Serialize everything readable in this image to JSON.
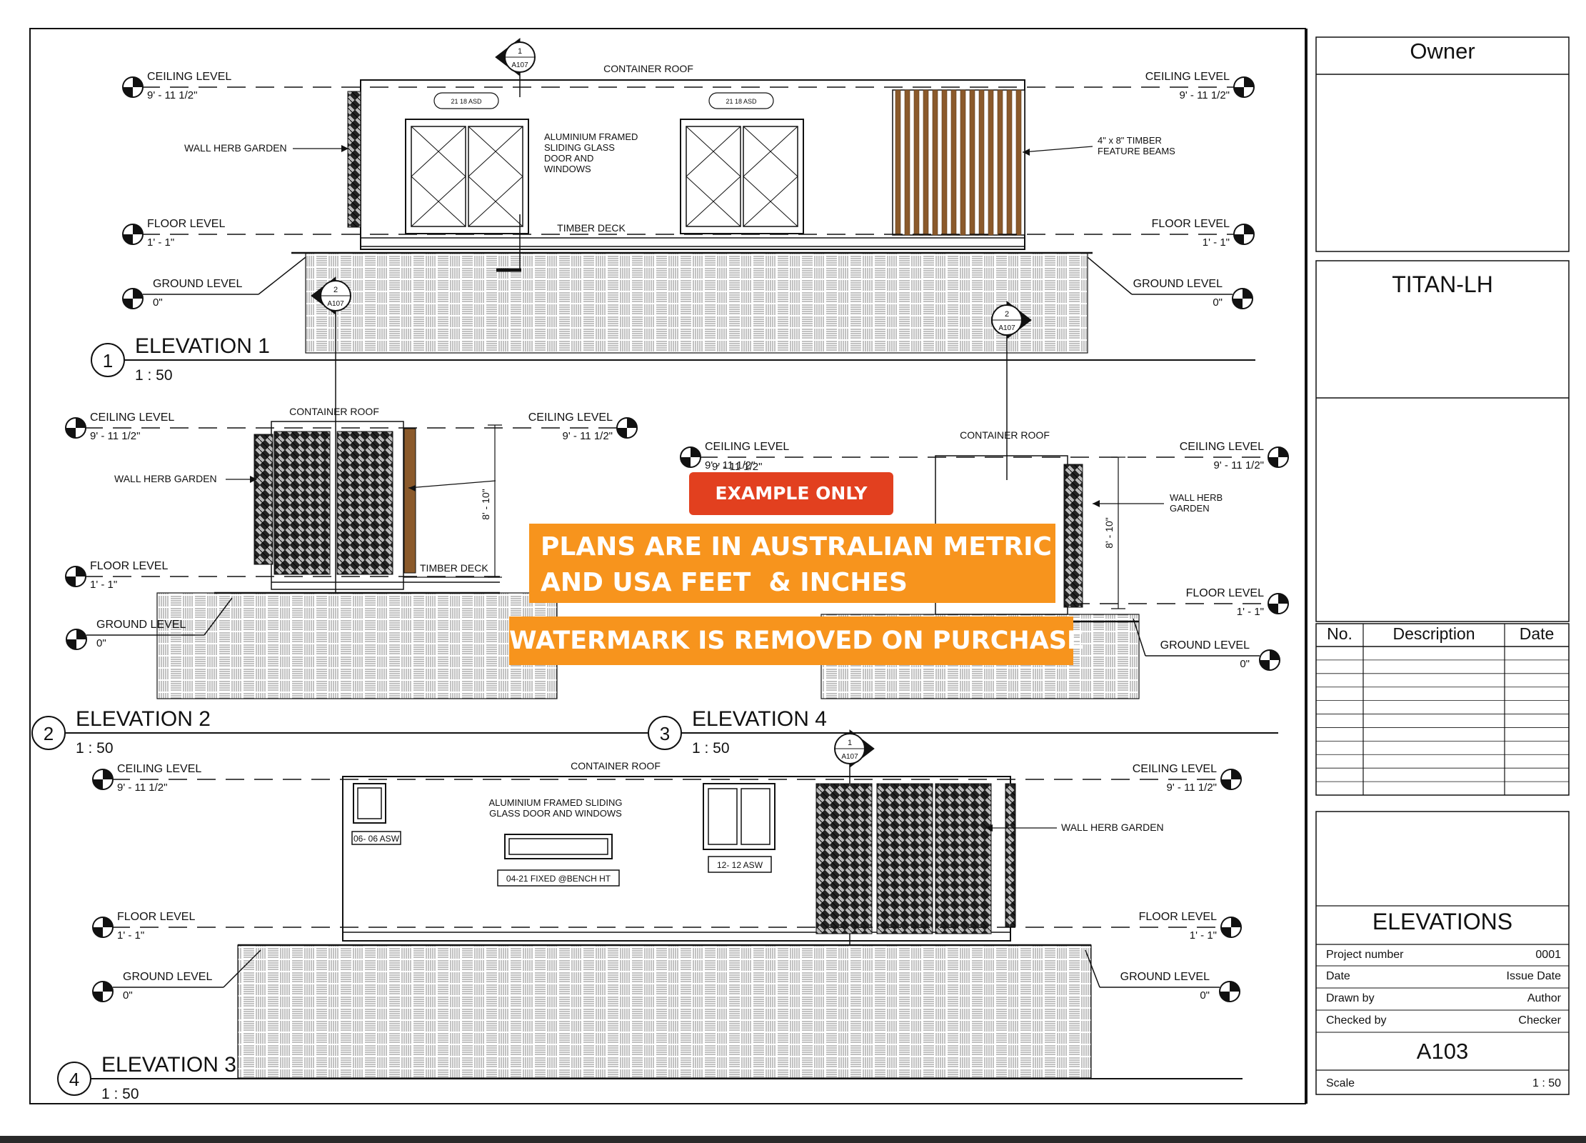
{
  "titleblock": {
    "owner": "Owner",
    "project_name": "TITAN-LH",
    "revisions": {
      "headers": [
        "No.",
        "Description",
        "Date"
      ],
      "row_count": 11
    },
    "sheet_name": "ELEVATIONS",
    "fields": [
      {
        "label": "Project number",
        "value": "0001"
      },
      {
        "label": "Date",
        "value": "Issue Date"
      },
      {
        "label": "Drawn by",
        "value": "Author"
      },
      {
        "label": "Checked by",
        "value": "Checker"
      }
    ],
    "sheet_number": "A103",
    "scale_label": "Scale",
    "scale_value": "1 : 50"
  },
  "watermark": {
    "badge": "EXAMPLE ONLY",
    "line1": "PLANS ARE IN AUSTRALIAN METRIC",
    "line2": "AND USA FEET  & INCHES",
    "line3": "WATERMARK IS REMOVED ON PURCHASE",
    "colors": {
      "badge": "#E2401F",
      "banner": "#F7941D"
    }
  },
  "levels": {
    "ceiling": {
      "name": "CEILING LEVEL",
      "value": "9' - 11 1/2\""
    },
    "floor": {
      "name": "FLOOR LEVEL",
      "value": "1' - 1\""
    },
    "ground": {
      "name": "GROUND LEVEL",
      "value": "0\""
    }
  },
  "notes": {
    "container_roof": "CONTAINER ROOF",
    "wall_herb_garden": "WALL HERB GARDEN",
    "wall_herb": "WALL HERB",
    "garden": "GARDEN",
    "timber_deck": "TIMBER DECK",
    "glass_door_1": "ALUMINIUM FRAMED",
    "glass_door_2": "SLIDING GLASS",
    "glass_door_3": "DOOR AND",
    "glass_door_4": "WINDOWS",
    "timber_beams_1": "4\" x 8\" TIMBER",
    "timber_beams_2": "FEATURE BEAMS",
    "door_tag": "21 18 ASD",
    "elev3_note_1": "ALUMINIUM FRAMED SLIDING",
    "elev3_note_2": "GLASS DOOR AND WINDOWS",
    "win_tag_1": "06- 06 ASW",
    "win_tag_2": "04-21 FIXED @BENCH HT",
    "win_tag_3": "12- 12 ASW",
    "dim_height": "8' - 10\"",
    "section_sheet": "A107",
    "partial_ceiling_value": "9' - 11 1/2\""
  },
  "views": [
    {
      "number": "1",
      "title": "ELEVATION 1",
      "scale": "1 : 50"
    },
    {
      "number": "2",
      "title": "ELEVATION 2",
      "scale": "1 : 50"
    },
    {
      "number": "3",
      "title": "ELEVATION 4",
      "scale": "1 : 50"
    },
    {
      "number": "4",
      "title": "ELEVATION 3",
      "scale": "1 : 50"
    }
  ],
  "section_marks": [
    "1",
    "2",
    "2",
    "1"
  ]
}
